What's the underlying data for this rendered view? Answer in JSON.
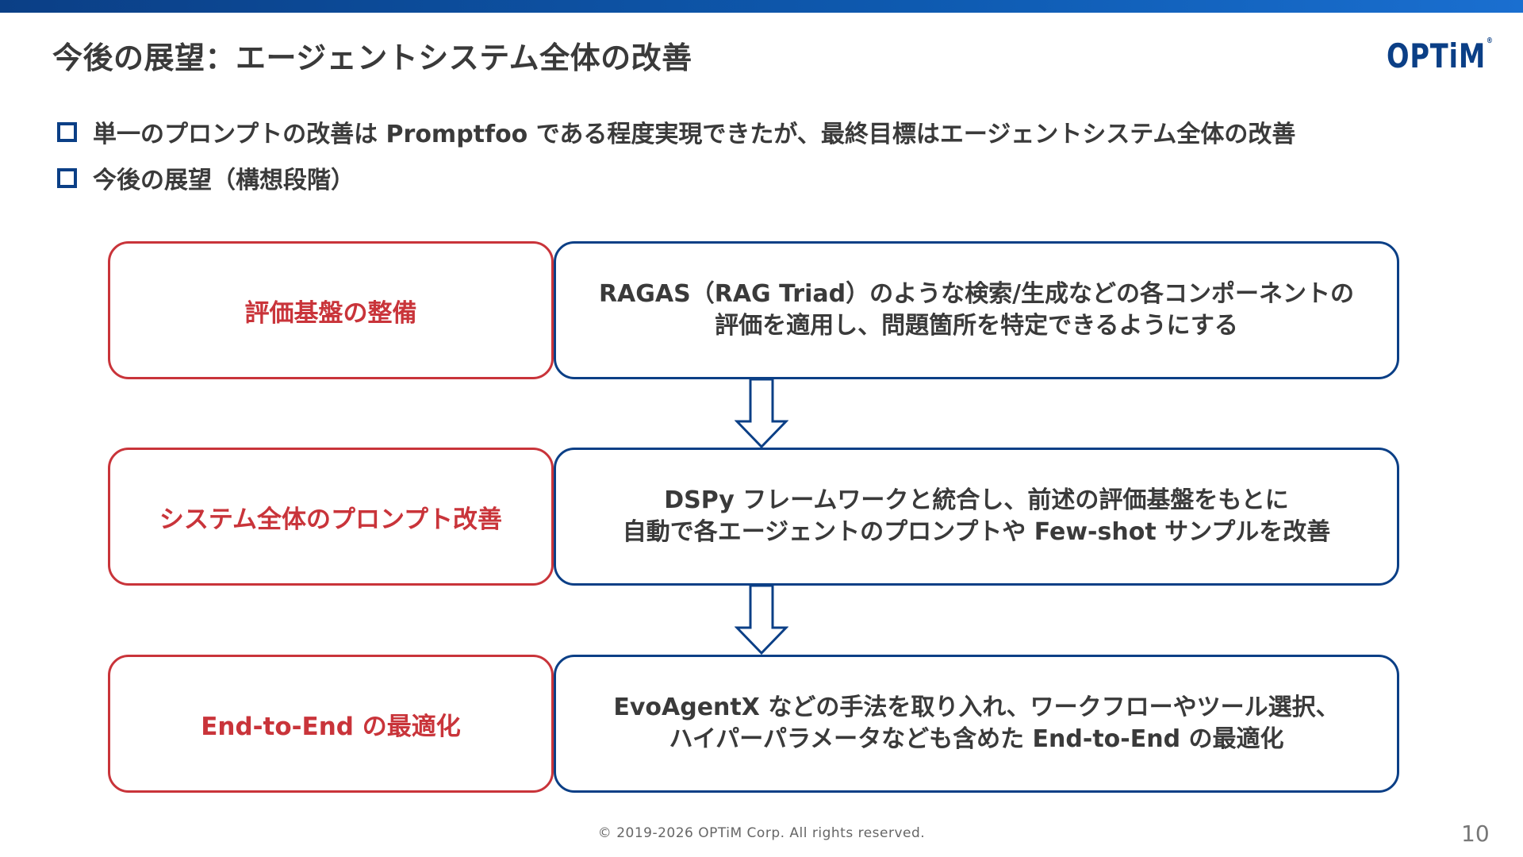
{
  "header": {
    "title": "今後の展望：エージェントシステム全体の改善",
    "logo_text": "OPTiM",
    "logo_mark": "®"
  },
  "bullets": [
    "単一のプロンプトの改善は Promptfoo である程度実現できたが、最終目標はエージェントシステム全体の改善",
    "今後の展望（構想段階）"
  ],
  "steps": [
    {
      "label": "評価基盤の整備",
      "lines": [
        "RAGAS（RAG Triad）のような検索/生成などの各コンポーネントの",
        "評価を適用し、問題箇所を特定できるようにする"
      ]
    },
    {
      "label": "システム全体のプロンプト改善",
      "lines": [
        "DSPy フレームワークと統合し、前述の評価基盤をもとに",
        "自動で各エージェントのプロンプトや Few-shot サンプルを改善"
      ]
    },
    {
      "label": "End-to-End の最適化",
      "lines": [
        "EvoAgentX などの手法を取り入れ、ワークフローやツール選択、",
        "ハイパーパラメータなども含めた End-to-End の最適化"
      ]
    }
  ],
  "footer": {
    "copyright": "© 2019-2026 OPTiM Corp. All rights reserved.",
    "page_number": "10"
  },
  "colors": {
    "brand_blue": "#0b3f86",
    "accent_red": "#c9343a",
    "text_gray": "#3a3a3a"
  }
}
